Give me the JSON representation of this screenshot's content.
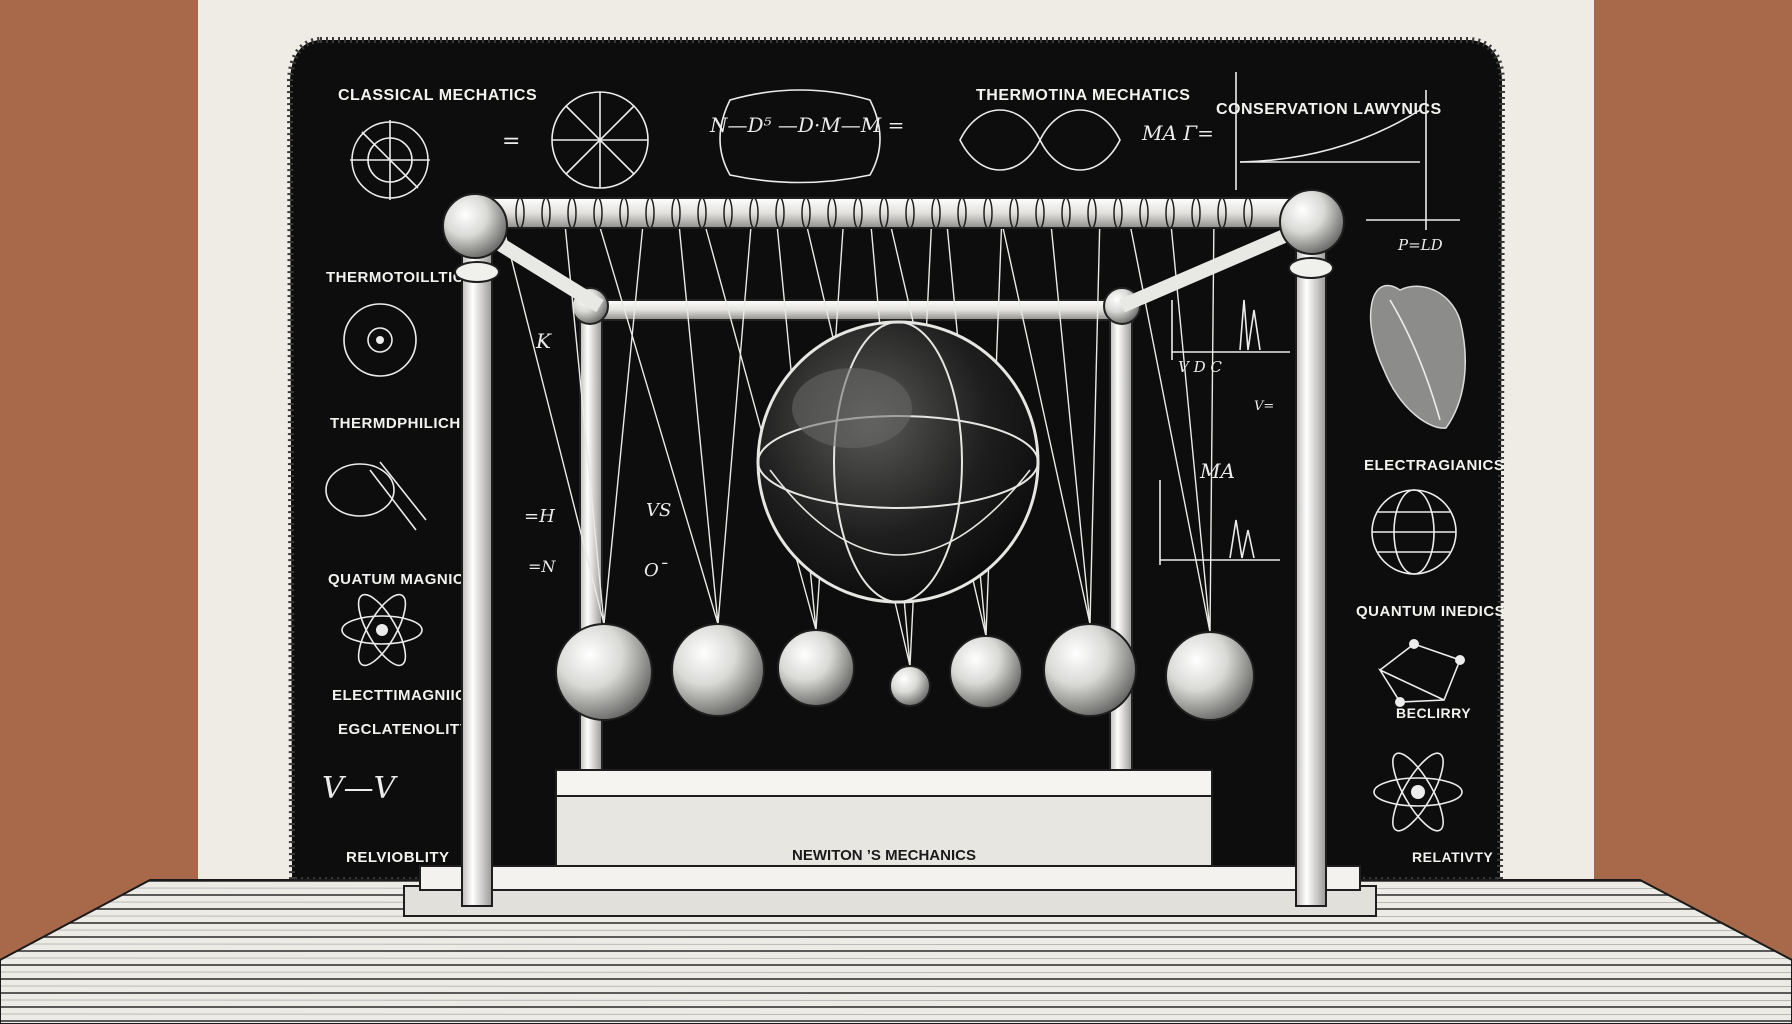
{
  "colors": {
    "wall_side": "#a8694a",
    "wall_center": "#efece6",
    "board": "#0d0d0d",
    "chalk": "#ececec",
    "wood": "#f1f0ec",
    "table": "#e9e7e2"
  },
  "board_labels": {
    "left": [
      "CLASSICAL MECHATICS",
      "THERMOTOILLTICM",
      "THERMDPHILICH",
      "QUATUM MAGNICS",
      "ELECTTIMAGNIICM",
      "EGCLATENOLITY",
      "RELVIOBLITY"
    ],
    "top": [
      "THERMOTINA MECHATICS",
      "CONSERVATION LAWYNICS"
    ],
    "right": [
      "ELECTRAGIANICS",
      "QUANTUM INEDICS",
      "BECLIRRY",
      "RELATIVTY"
    ]
  },
  "equations": {
    "top_left": "=",
    "top_mid": "N—D⁵ —D·M—M =",
    "top_ma": "MA  Γ=",
    "right_pld": "P=LD",
    "right_vdc": "V  D  C",
    "right_ma": "MA",
    "right_vs": "V=",
    "left_k": "K",
    "left_eq": "=H",
    "left_n": "=N",
    "left_vs": "VS",
    "left_o": "Oˉ",
    "bottom_left": "V—V"
  },
  "plaque": "NEWITON ’S MECHANICS",
  "icons": [
    "orbital-diagram-icon",
    "target-circle-icon",
    "loop-magnet-icon",
    "atom-icon",
    "heart-anatomy-icon",
    "globe-icon",
    "molecule-network-icon",
    "atom-icon-right",
    "polar-plot-icon",
    "infinity-wave-icon",
    "growth-curve-icon"
  ]
}
